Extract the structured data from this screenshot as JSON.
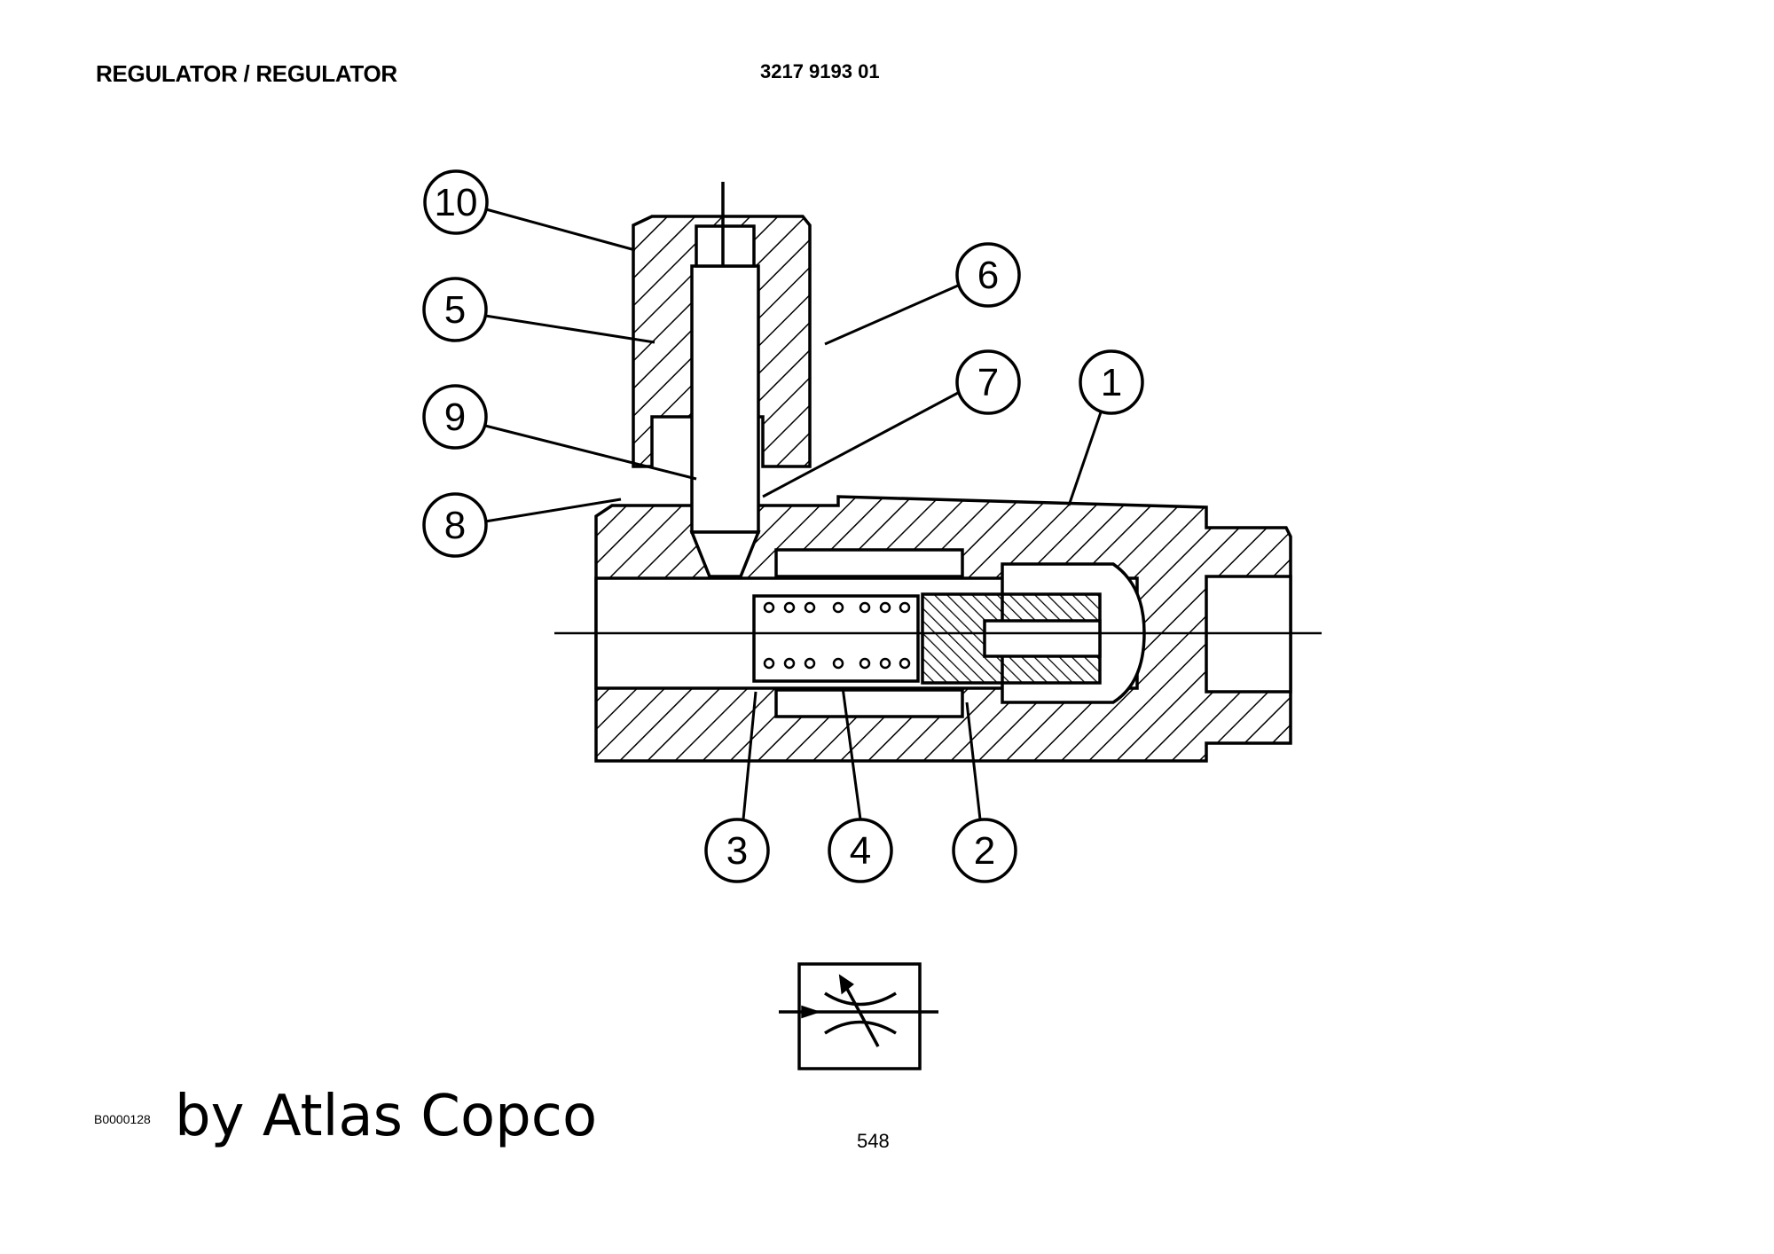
{
  "header": {
    "title": "REGULATOR / REGULATOR",
    "part_number": "3217 9193 01"
  },
  "drawing": {
    "callouts": [
      "10",
      "5",
      "9",
      "8",
      "6",
      "7",
      "1",
      "3",
      "4",
      "2"
    ]
  },
  "footer": {
    "figure_code": "B0000128",
    "brand": "by Atlas Copco",
    "page_number": "548"
  }
}
